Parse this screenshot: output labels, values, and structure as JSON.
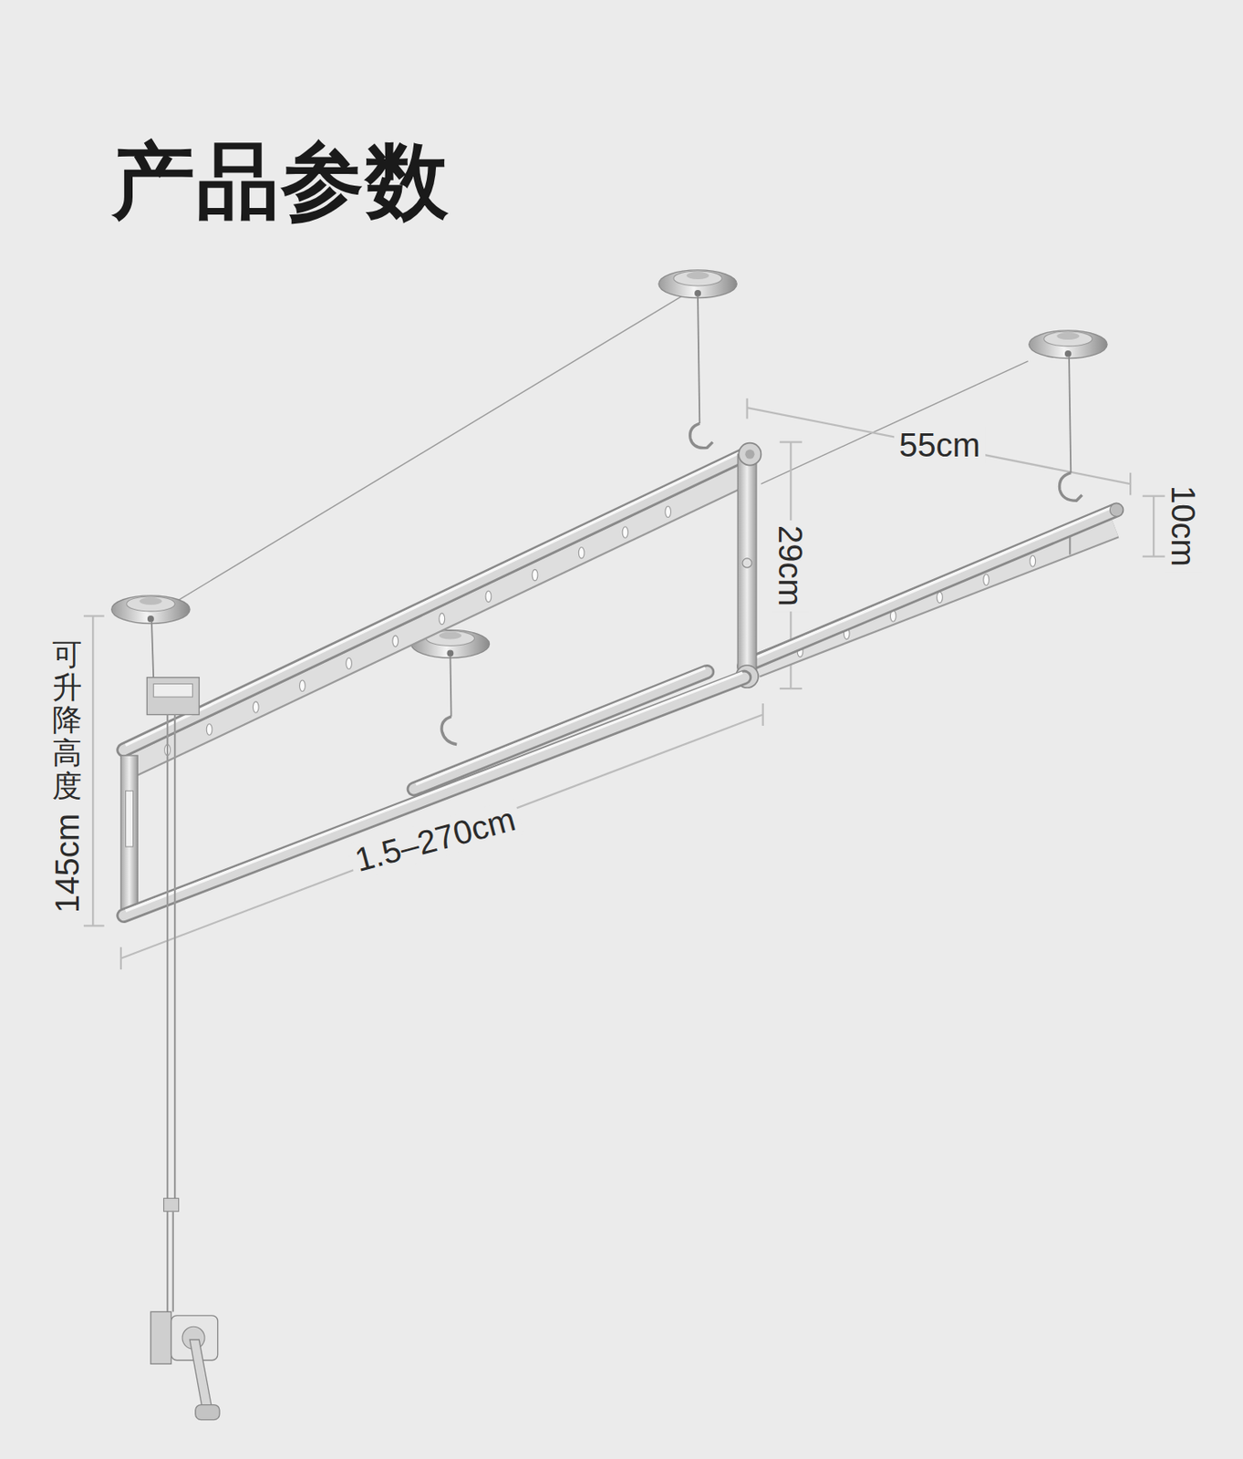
{
  "diagram": {
    "title": "产品参数",
    "labels": [
      "55cm",
      "10cm",
      "29cm",
      "可升降高度",
      "145cm",
      "1.5–270cm"
    ]
  }
}
